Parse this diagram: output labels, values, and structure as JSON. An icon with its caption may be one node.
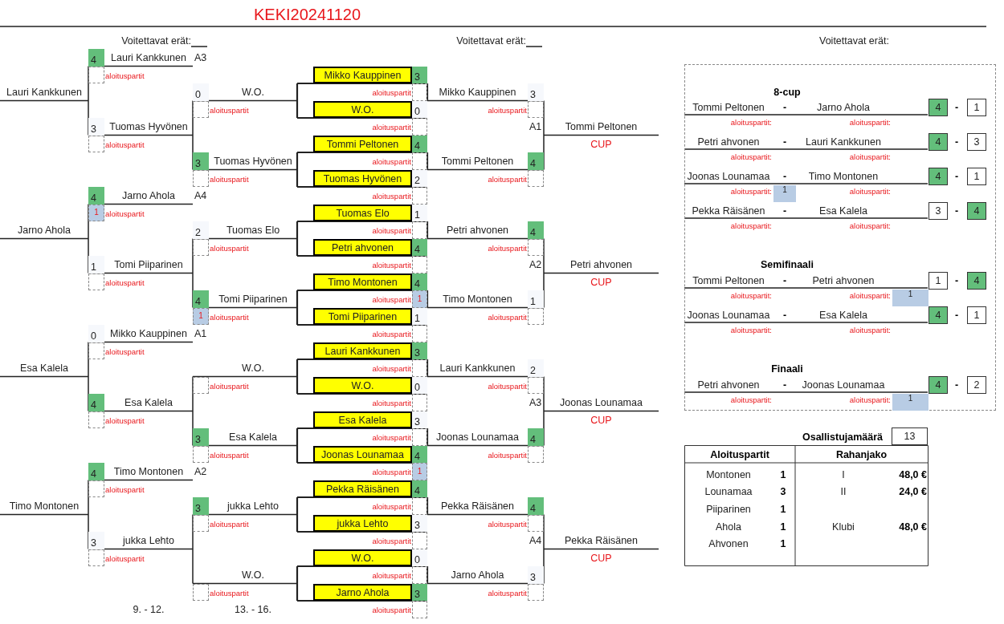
{
  "diagram": {
    "title": "KEKI20241120",
    "nodes": [
      {
        "text": [
          "4"
        ]
      },
      {
        "text": [],
        "shape": "box"
      },
      {
        "text": [
          "3"
        ]
      },
      {
        "text": [],
        "shape": "box"
      },
      {
        "text": [
          "0"
        ]
      },
      {
        "text": [],
        "shape": "box"
      },
      {
        "text": [
          "3"
        ]
      },
      {
        "text": [],
        "shape": "box"
      },
      {
        "text": [
          "Mikko Kauppinen"
        ]
      },
      {
        "text": [
          "3"
        ]
      },
      {
        "text": [],
        "shape": "box"
      },
      {
        "text": [
          "W.O."
        ]
      },
      {
        "text": [
          "0"
        ]
      },
      {
        "text": [],
        "shape": "box"
      },
      {
        "text": [
          "Tommi Peltonen"
        ]
      },
      {
        "text": [
          "4"
        ]
      },
      {
        "text": [],
        "shape": "box"
      },
      {
        "text": [
          "Tuomas Hyvönen"
        ]
      },
      {
        "text": [
          "2"
        ]
      },
      {
        "text": [],
        "shape": "box"
      },
      {
        "text": [
          "3"
        ]
      },
      {
        "text": [],
        "shape": "box"
      },
      {
        "text": [
          "4"
        ]
      },
      {
        "text": [],
        "shape": "box"
      },
      {
        "text": [
          "4"
        ]
      },
      {
        "text": [
          "1"
        ]
      },
      {
        "text": [
          "1"
        ]
      },
      {
        "text": [],
        "shape": "box"
      },
      {
        "text": [
          "2"
        ]
      },
      {
        "text": [],
        "shape": "box"
      },
      {
        "text": [
          "4"
        ]
      },
      {
        "text": [
          "1"
        ]
      },
      {
        "text": [
          "Tuomas Elo"
        ]
      },
      {
        "text": [
          "1"
        ]
      },
      {
        "text": [],
        "shape": "box"
      },
      {
        "text": [
          "Petri ahvonen"
        ]
      },
      {
        "text": [
          "4"
        ]
      },
      {
        "text": [],
        "shape": "box"
      },
      {
        "text": [
          "Timo Montonen"
        ]
      },
      {
        "text": [
          "4"
        ]
      },
      {
        "text": [
          "1"
        ]
      },
      {
        "text": [
          "Tomi Piiparinen"
        ]
      },
      {
        "text": [
          "1"
        ]
      },
      {
        "text": [],
        "shape": "box"
      },
      {
        "text": [
          "4"
        ]
      },
      {
        "text": [],
        "shape": "box"
      },
      {
        "text": [
          "1"
        ]
      },
      {
        "text": [],
        "shape": "box"
      },
      {
        "text": [
          "0"
        ]
      },
      {
        "text": [],
        "shape": "box"
      },
      {
        "text": [
          "4"
        ]
      },
      {
        "text": [],
        "shape": "box"
      },
      {
        "text": [],
        "shape": "box"
      },
      {
        "text": [
          "3"
        ]
      },
      {
        "text": [],
        "shape": "box"
      },
      {
        "text": [
          "Lauri Kankkunen"
        ]
      },
      {
        "text": [
          "3"
        ]
      },
      {
        "text": [],
        "shape": "box"
      },
      {
        "text": [
          "W.O."
        ]
      },
      {
        "text": [
          "0"
        ]
      },
      {
        "text": [],
        "shape": "box"
      },
      {
        "text": [
          "Esa Kalela"
        ]
      },
      {
        "text": [
          "3"
        ]
      },
      {
        "text": [],
        "shape": "box"
      },
      {
        "text": [
          "Joonas Lounamaa"
        ]
      },
      {
        "text": [
          "4"
        ]
      },
      {
        "text": [
          "1"
        ]
      },
      {
        "text": [
          "2"
        ]
      },
      {
        "text": [],
        "shape": "box"
      },
      {
        "text": [
          "4"
        ]
      },
      {
        "text": [],
        "shape": "box"
      },
      {
        "text": [
          "4"
        ]
      },
      {
        "text": [],
        "shape": "box"
      },
      {
        "text": [
          "3"
        ]
      },
      {
        "text": [],
        "shape": "box"
      },
      {
        "text": [
          "3"
        ]
      },
      {
        "text": [],
        "shape": "box"
      },
      {
        "text": [],
        "shape": "box"
      },
      {
        "text": [
          "Pekka Räisänen"
        ]
      },
      {
        "text": [
          "4"
        ]
      },
      {
        "text": [],
        "shape": "box"
      },
      {
        "text": [
          "jukka Lehto"
        ]
      },
      {
        "text": [
          "3"
        ]
      },
      {
        "text": [],
        "shape": "box"
      },
      {
        "text": [
          "W.O."
        ]
      },
      {
        "text": [
          "0"
        ]
      },
      {
        "text": [],
        "shape": "box"
      },
      {
        "text": [
          "Jarno Ahola"
        ]
      },
      {
        "text": [
          "3"
        ]
      },
      {
        "text": [],
        "shape": "box"
      },
      {
        "text": [
          "4"
        ]
      },
      {
        "text": [],
        "shape": "box"
      },
      {
        "text": [
          "3"
        ]
      },
      {
        "text": [],
        "shape": "box"
      },
      {
        "text": [],
        "shape": "box"
      },
      {
        "text": [
          "4"
        ],
        "in": 94
      },
      {
        "text": [
          "1"
        ],
        "in": 94
      },
      {
        "text": [
          "4"
        ],
        "in": 94
      },
      {
        "text": [
          "3"
        ],
        "in": 94
      },
      {
        "text": [
          "4"
        ],
        "in": 94
      },
      {
        "text": [
          "1"
        ],
        "in": 94
      },
      {
        "text": [
          "1"
        ],
        "in": 94
      },
      {
        "text": [
          "3"
        ],
        "in": 94
      },
      {
        "text": [
          "4"
        ],
        "in": 94
      },
      {
        "text": [
          "1"
        ],
        "in": 94
      },
      {
        "text": [
          "4"
        ],
        "in": 94
      },
      {
        "text": [
          "1"
        ],
        "in": 94
      },
      {
        "text": [
          "4"
        ],
        "in": 94
      },
      {
        "text": [
          "1"
        ],
        "in": 94
      },
      {
        "text": [
          "4"
        ],
        "in": 94
      },
      {
        "text": [
          "2"
        ],
        "in": 94
      },
      {
        "text": [
          "1"
        ],
        "in": 94
      },
      {
        "text": [
          "13"
        ]
      }
    ],
    "labels": [
      "Voitettavat erät:",
      "Voitettavat erät:",
      "Voitettavat erät:",
      "Lauri Kankkunen",
      "Lauri Kankkunen",
      "A3",
      "aloituspartit",
      "Tuomas Hyvönen",
      "aloituspartit",
      "W.O.",
      "aloituspartit",
      "Tuomas Hyvönen",
      "aloituspartit",
      "aloituspartit",
      "aloituspartit",
      "aloituspartit",
      "aloituspartit",
      "Mikko Kauppinen",
      "aloituspartit",
      "Tommi Peltonen",
      "aloituspartit",
      "A1",
      "Tommi Peltonen",
      "CUP",
      "Jarno Ahola",
      "Jarno Ahola",
      "A4",
      "aloituspartit",
      "Tomi Piiparinen",
      "aloituspartit",
      "Tuomas Elo",
      "aloituspartit",
      "Tomi Piiparinen",
      "aloituspartit",
      "aloituspartit",
      "aloituspartit",
      "aloituspartit",
      "aloituspartit",
      "Petri ahvonen",
      "aloituspartit",
      "Timo Montonen",
      "aloituspartit",
      "A2",
      "Petri ahvonen",
      "CUP",
      "Esa Kalela",
      "Mikko Kauppinen",
      "A1",
      "aloituspartit",
      "Esa Kalela",
      "aloituspartit",
      "W.O.",
      "aloituspartit",
      "Esa Kalela",
      "aloituspartit",
      "aloituspartit",
      "aloituspartit",
      "aloituspartit",
      "aloituspartit",
      "Lauri Kankkunen",
      "aloituspartit",
      "Joonas Lounamaa",
      "aloituspartit",
      "A3",
      "Joonas Lounamaa",
      "CUP",
      "Timo Montonen",
      "Timo Montonen",
      "A2",
      "aloituspartit",
      "jukka Lehto",
      "aloituspartit",
      "jukka Lehto",
      "aloituspartit",
      "W.O.",
      "aloituspartit",
      "aloituspartit",
      "aloituspartit",
      "aloituspartit",
      "aloituspartit",
      "Pekka Räisänen",
      "aloituspartit",
      "Jarno Ahola",
      "aloituspartit",
      "A4",
      "Pekka Räisänen",
      "CUP",
      "9. - 12.",
      "13. - 16.",
      "8-cup",
      "Tommi Peltonen",
      "-",
      "Jarno Ahola",
      "-",
      "aloituspartit:",
      "aloituspartit:",
      "Petri ahvonen",
      "-",
      "Lauri Kankkunen",
      "-",
      "aloituspartit:",
      "aloituspartit:",
      "Joonas Lounamaa",
      "-",
      "Timo Montonen",
      "-",
      "aloituspartit:",
      "aloituspartit:",
      "Pekka Räisänen",
      "-",
      "Esa Kalela",
      "-",
      "aloituspartit:",
      "aloituspartit:",
      "Semifinaali",
      "Tommi Peltonen",
      "-",
      "Petri ahvonen",
      "-",
      "aloituspartit:",
      "aloituspartit:",
      "Joonas Lounamaa",
      "-",
      "Esa Kalela",
      "-",
      "aloituspartit:",
      "aloituspartit:",
      "Finaali",
      "Petri ahvonen",
      "-",
      "Joonas Lounamaa",
      "-",
      "aloituspartit:",
      "aloituspartit:",
      "Osallistujamäärä",
      "Aloituspartit",
      "Rahanjako",
      "Montonen",
      "1",
      "I",
      "48,0 €",
      "Lounamaa",
      "3",
      "II",
      "24,0 €",
      "Piiparinen",
      "1",
      "Ahola",
      "1",
      "Klubi",
      "48,0 €",
      "Ahvonen",
      "1"
    ]
  }
}
